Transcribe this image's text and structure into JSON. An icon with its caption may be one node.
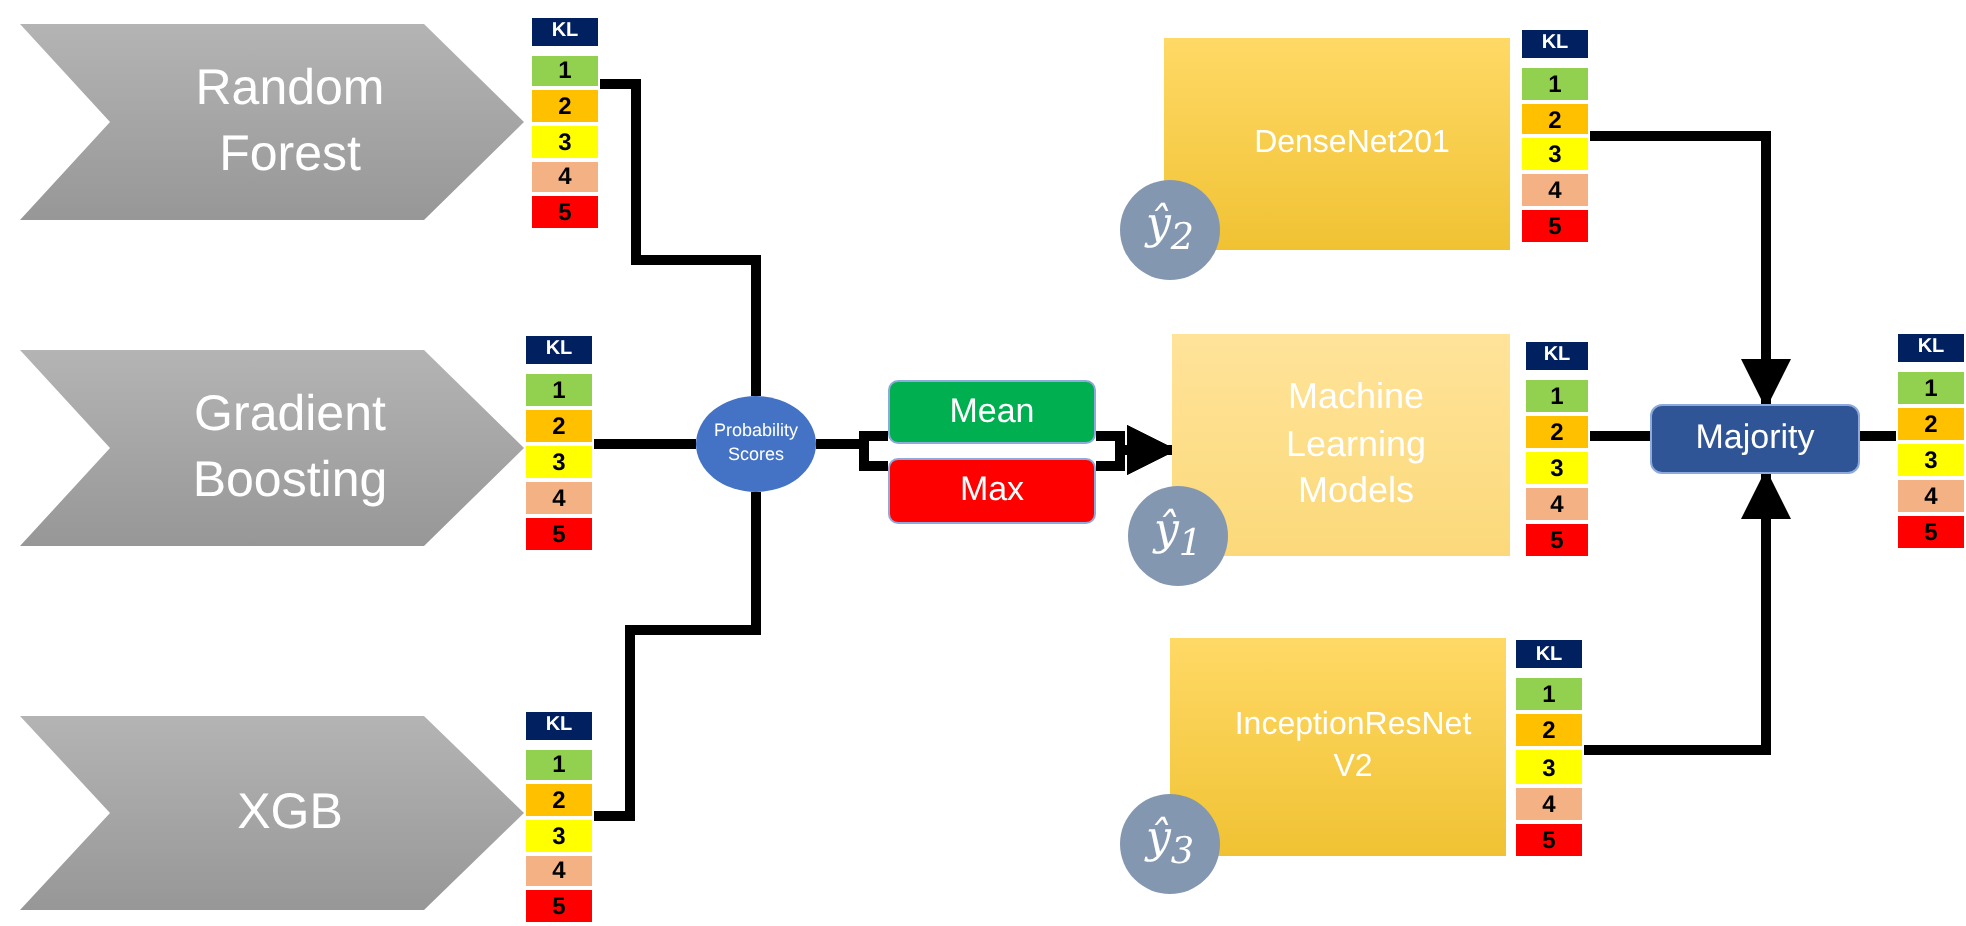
{
  "diagram": {
    "nodes": [
      {
        "text": [
          "Random Forest"
        ]
      },
      {
        "text": [
          "KL",
          "1",
          "2",
          "3",
          "4",
          "5"
        ]
      },
      {
        "text": [
          "Gradient Boosting"
        ]
      },
      {
        "text": [
          "KL",
          "1",
          "2",
          "3",
          "4",
          "5"
        ]
      },
      {
        "text": [
          "XGB"
        ]
      },
      {
        "text": [
          "KL",
          "1",
          "2",
          "3",
          "4",
          "5"
        ]
      },
      {
        "text": [
          "Probability Scores"
        ]
      },
      {
        "text": [
          "Mean"
        ]
      },
      {
        "text": [
          "Max"
        ]
      },
      {
        "text": [
          "DenseNet201"
        ]
      },
      {
        "text": [
          "ŷ$_{2}$"
        ]
      },
      {
        "text": [
          "KL",
          "1",
          "2",
          "3",
          "4",
          "5"
        ]
      },
      {
        "text": [
          "Machine Learning Models"
        ]
      },
      {
        "text": [
          "ŷ$_{1}$"
        ]
      },
      {
        "text": [
          "KL",
          "1",
          "2",
          "3",
          "4",
          "5"
        ]
      },
      {
        "text": [
          "InceptionResNet V2"
        ]
      },
      {
        "text": [
          "ŷ$_{3}$"
        ]
      },
      {
        "text": [
          "KL",
          "1",
          "2",
          "3",
          "4",
          "5"
        ]
      },
      {
        "text": [
          "Majority"
        ]
      },
      {
        "text": [
          "KL",
          "1",
          "2",
          "3",
          "4",
          "5"
        ]
      }
    ],
    "edges": [
      {
        "from": 1,
        "to": 6,
        "arrow": "none"
      },
      {
        "from": 3,
        "to": 6,
        "arrow": "none"
      },
      {
        "from": 5,
        "to": 6,
        "arrow": "none"
      },
      {
        "from": 6,
        "to": 7,
        "arrow": "none"
      },
      {
        "from": 6,
        "to": 8,
        "arrow": "none"
      },
      {
        "from": 7,
        "to": 12,
        "arrow": "to"
      },
      {
        "from": 8,
        "to": 12,
        "arrow": "to"
      },
      {
        "from": 11,
        "to": 18,
        "arrow": "to"
      },
      {
        "from": 14,
        "to": 18,
        "arrow": "none"
      },
      {
        "from": 17,
        "to": 18,
        "arrow": "to"
      },
      {
        "from": 18,
        "to": 19,
        "arrow": "none"
      }
    ]
  }
}
